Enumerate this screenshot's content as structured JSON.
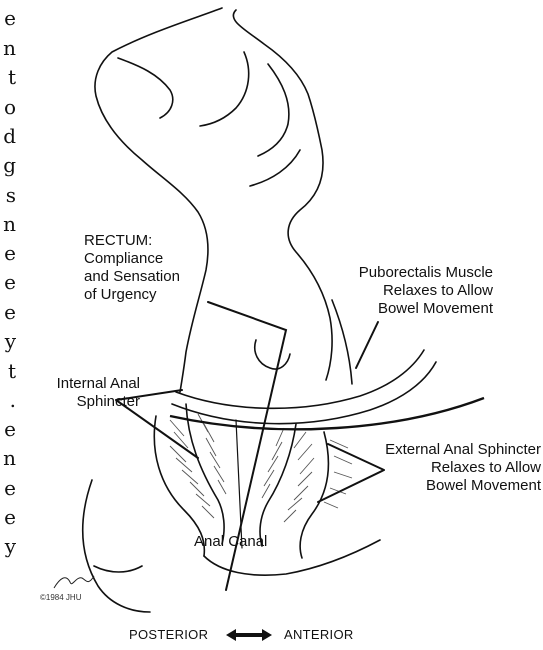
{
  "margin_text": [
    "e",
    "n",
    "t",
    "o",
    "d",
    "g",
    "s",
    "n",
    "e",
    "e",
    "e",
    "y",
    "t",
    ".",
    "e",
    "n",
    "e",
    "e",
    "y"
  ],
  "labels": {
    "rectum": [
      "RECTUM:",
      "Compliance",
      "and Sensation",
      "of Urgency"
    ],
    "puborectalis": [
      "Puborectalis Muscle",
      "Relaxes to Allow",
      "Bowel Movement"
    ],
    "internal_sphincter": [
      "Internal Anal",
      "Sphincter"
    ],
    "external_sphincter": [
      "External Anal Sphincter",
      "Relaxes to Allow",
      "Bowel Movement"
    ],
    "anal_canal": "Anal Canal"
  },
  "copyright": "©1984 JHU",
  "orientation": {
    "posterior": "POSTERIOR",
    "anterior": "ANTERIOR"
  },
  "colors": {
    "ink": "#111111",
    "hatch": "#555555",
    "background": "#ffffff"
  }
}
